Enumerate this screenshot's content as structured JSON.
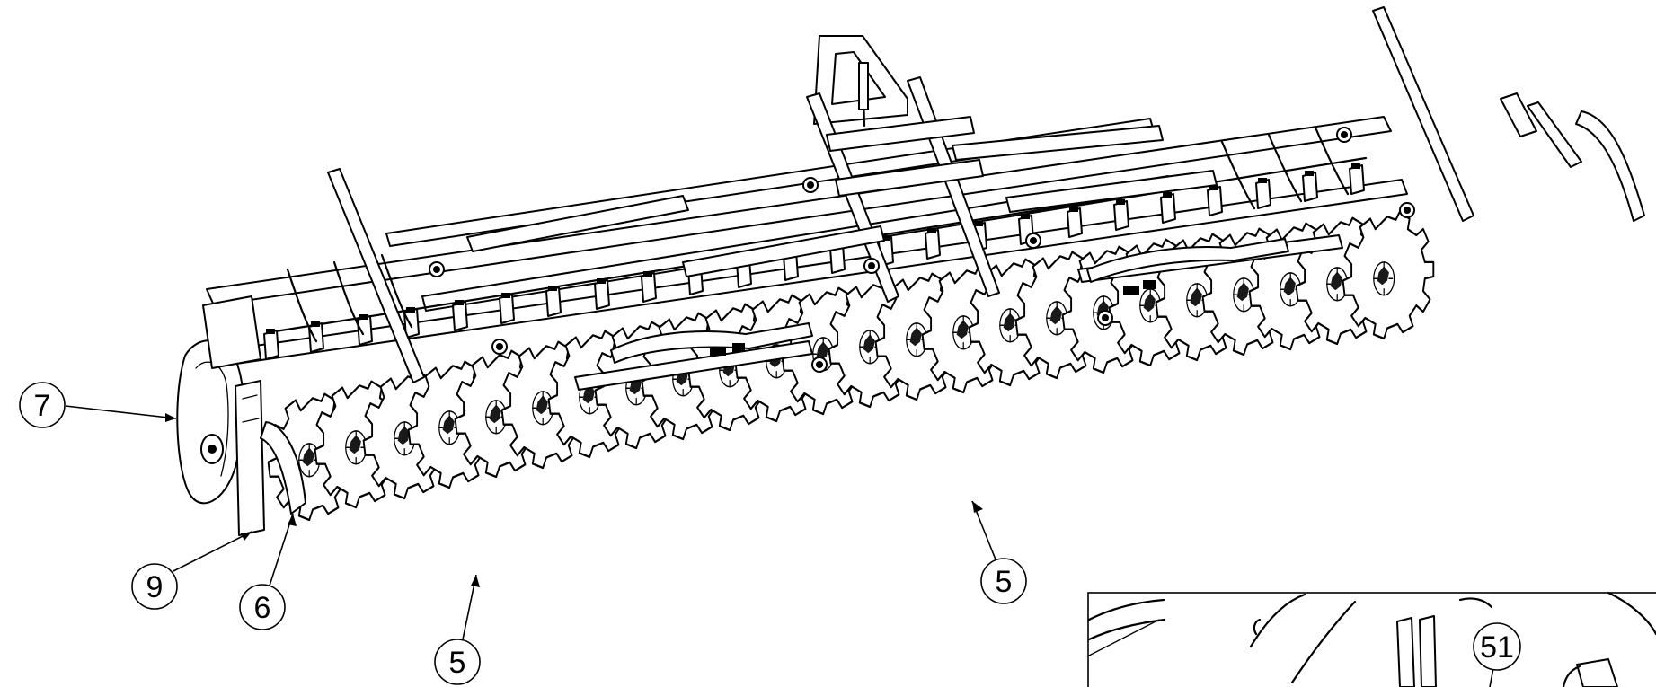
{
  "callouts": [
    {
      "id": "c7a",
      "label": "7"
    },
    {
      "id": "c9",
      "label": "9"
    },
    {
      "id": "c6",
      "label": "6"
    },
    {
      "id": "c5a",
      "label": "5"
    },
    {
      "id": "c5b",
      "label": "5"
    },
    {
      "id": "c51",
      "label": "51"
    }
  ]
}
